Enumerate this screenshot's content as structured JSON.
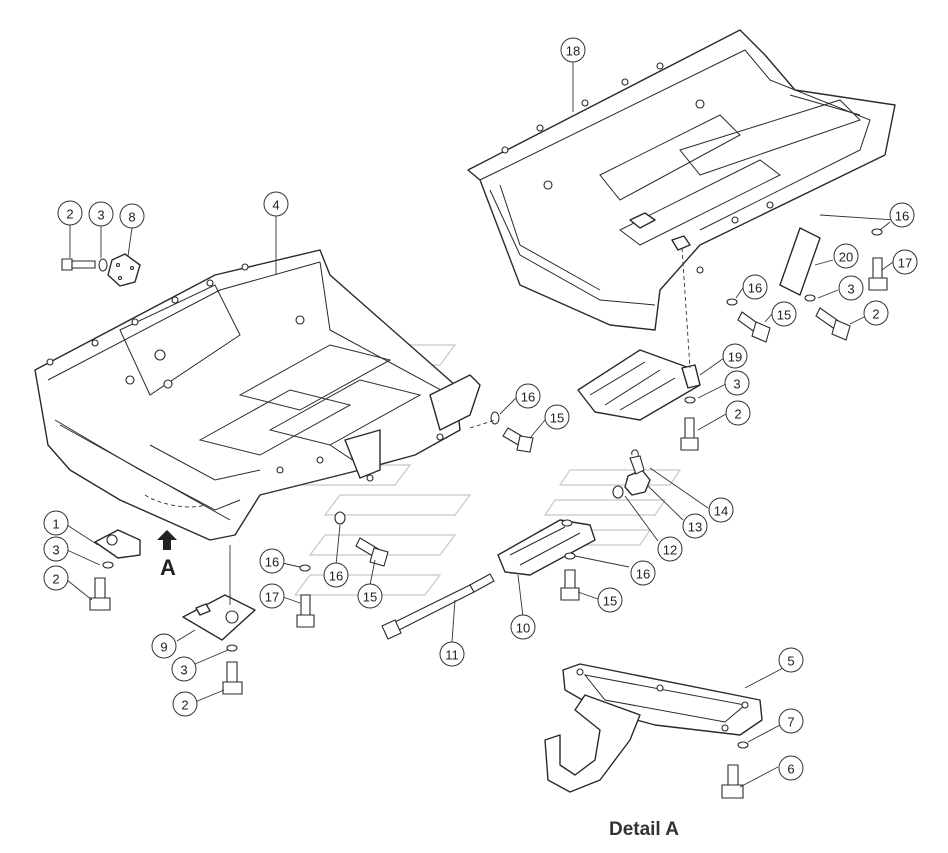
{
  "diagram": {
    "callouts": [
      {
        "id": "c-18",
        "label": "18"
      },
      {
        "id": "c-2a",
        "label": "2"
      },
      {
        "id": "c-3a",
        "label": "3"
      },
      {
        "id": "c-8",
        "label": "8"
      },
      {
        "id": "c-4",
        "label": "4"
      },
      {
        "id": "c-16a",
        "label": "16"
      },
      {
        "id": "c-20",
        "label": "20"
      },
      {
        "id": "c-17a",
        "label": "17"
      },
      {
        "id": "c-16b",
        "label": "16"
      },
      {
        "id": "c-3b",
        "label": "3"
      },
      {
        "id": "c-15a",
        "label": "15"
      },
      {
        "id": "c-2b",
        "label": "2"
      },
      {
        "id": "c-19",
        "label": "19"
      },
      {
        "id": "c-3c",
        "label": "3"
      },
      {
        "id": "c-16c",
        "label": "16"
      },
      {
        "id": "c-15b",
        "label": "15"
      },
      {
        "id": "c-2c",
        "label": "2"
      },
      {
        "id": "c-14",
        "label": "14"
      },
      {
        "id": "c-13",
        "label": "13"
      },
      {
        "id": "c-12",
        "label": "12"
      },
      {
        "id": "c-1",
        "label": "1"
      },
      {
        "id": "c-3d",
        "label": "3"
      },
      {
        "id": "c-2d",
        "label": "2"
      },
      {
        "id": "c-16d",
        "label": "16"
      },
      {
        "id": "c-16e",
        "label": "16"
      },
      {
        "id": "c-15c",
        "label": "15"
      },
      {
        "id": "c-17b",
        "label": "17"
      },
      {
        "id": "c-16f",
        "label": "16"
      },
      {
        "id": "c-15d",
        "label": "15"
      },
      {
        "id": "c-10",
        "label": "10"
      },
      {
        "id": "c-9",
        "label": "9"
      },
      {
        "id": "c-3e",
        "label": "3"
      },
      {
        "id": "c-2e",
        "label": "2"
      },
      {
        "id": "c-11",
        "label": "11"
      },
      {
        "id": "c-5",
        "label": "5"
      },
      {
        "id": "c-7",
        "label": "7"
      },
      {
        "id": "c-6",
        "label": "6"
      }
    ],
    "view_arrow_label": "A",
    "detail_caption": "Detail A"
  }
}
